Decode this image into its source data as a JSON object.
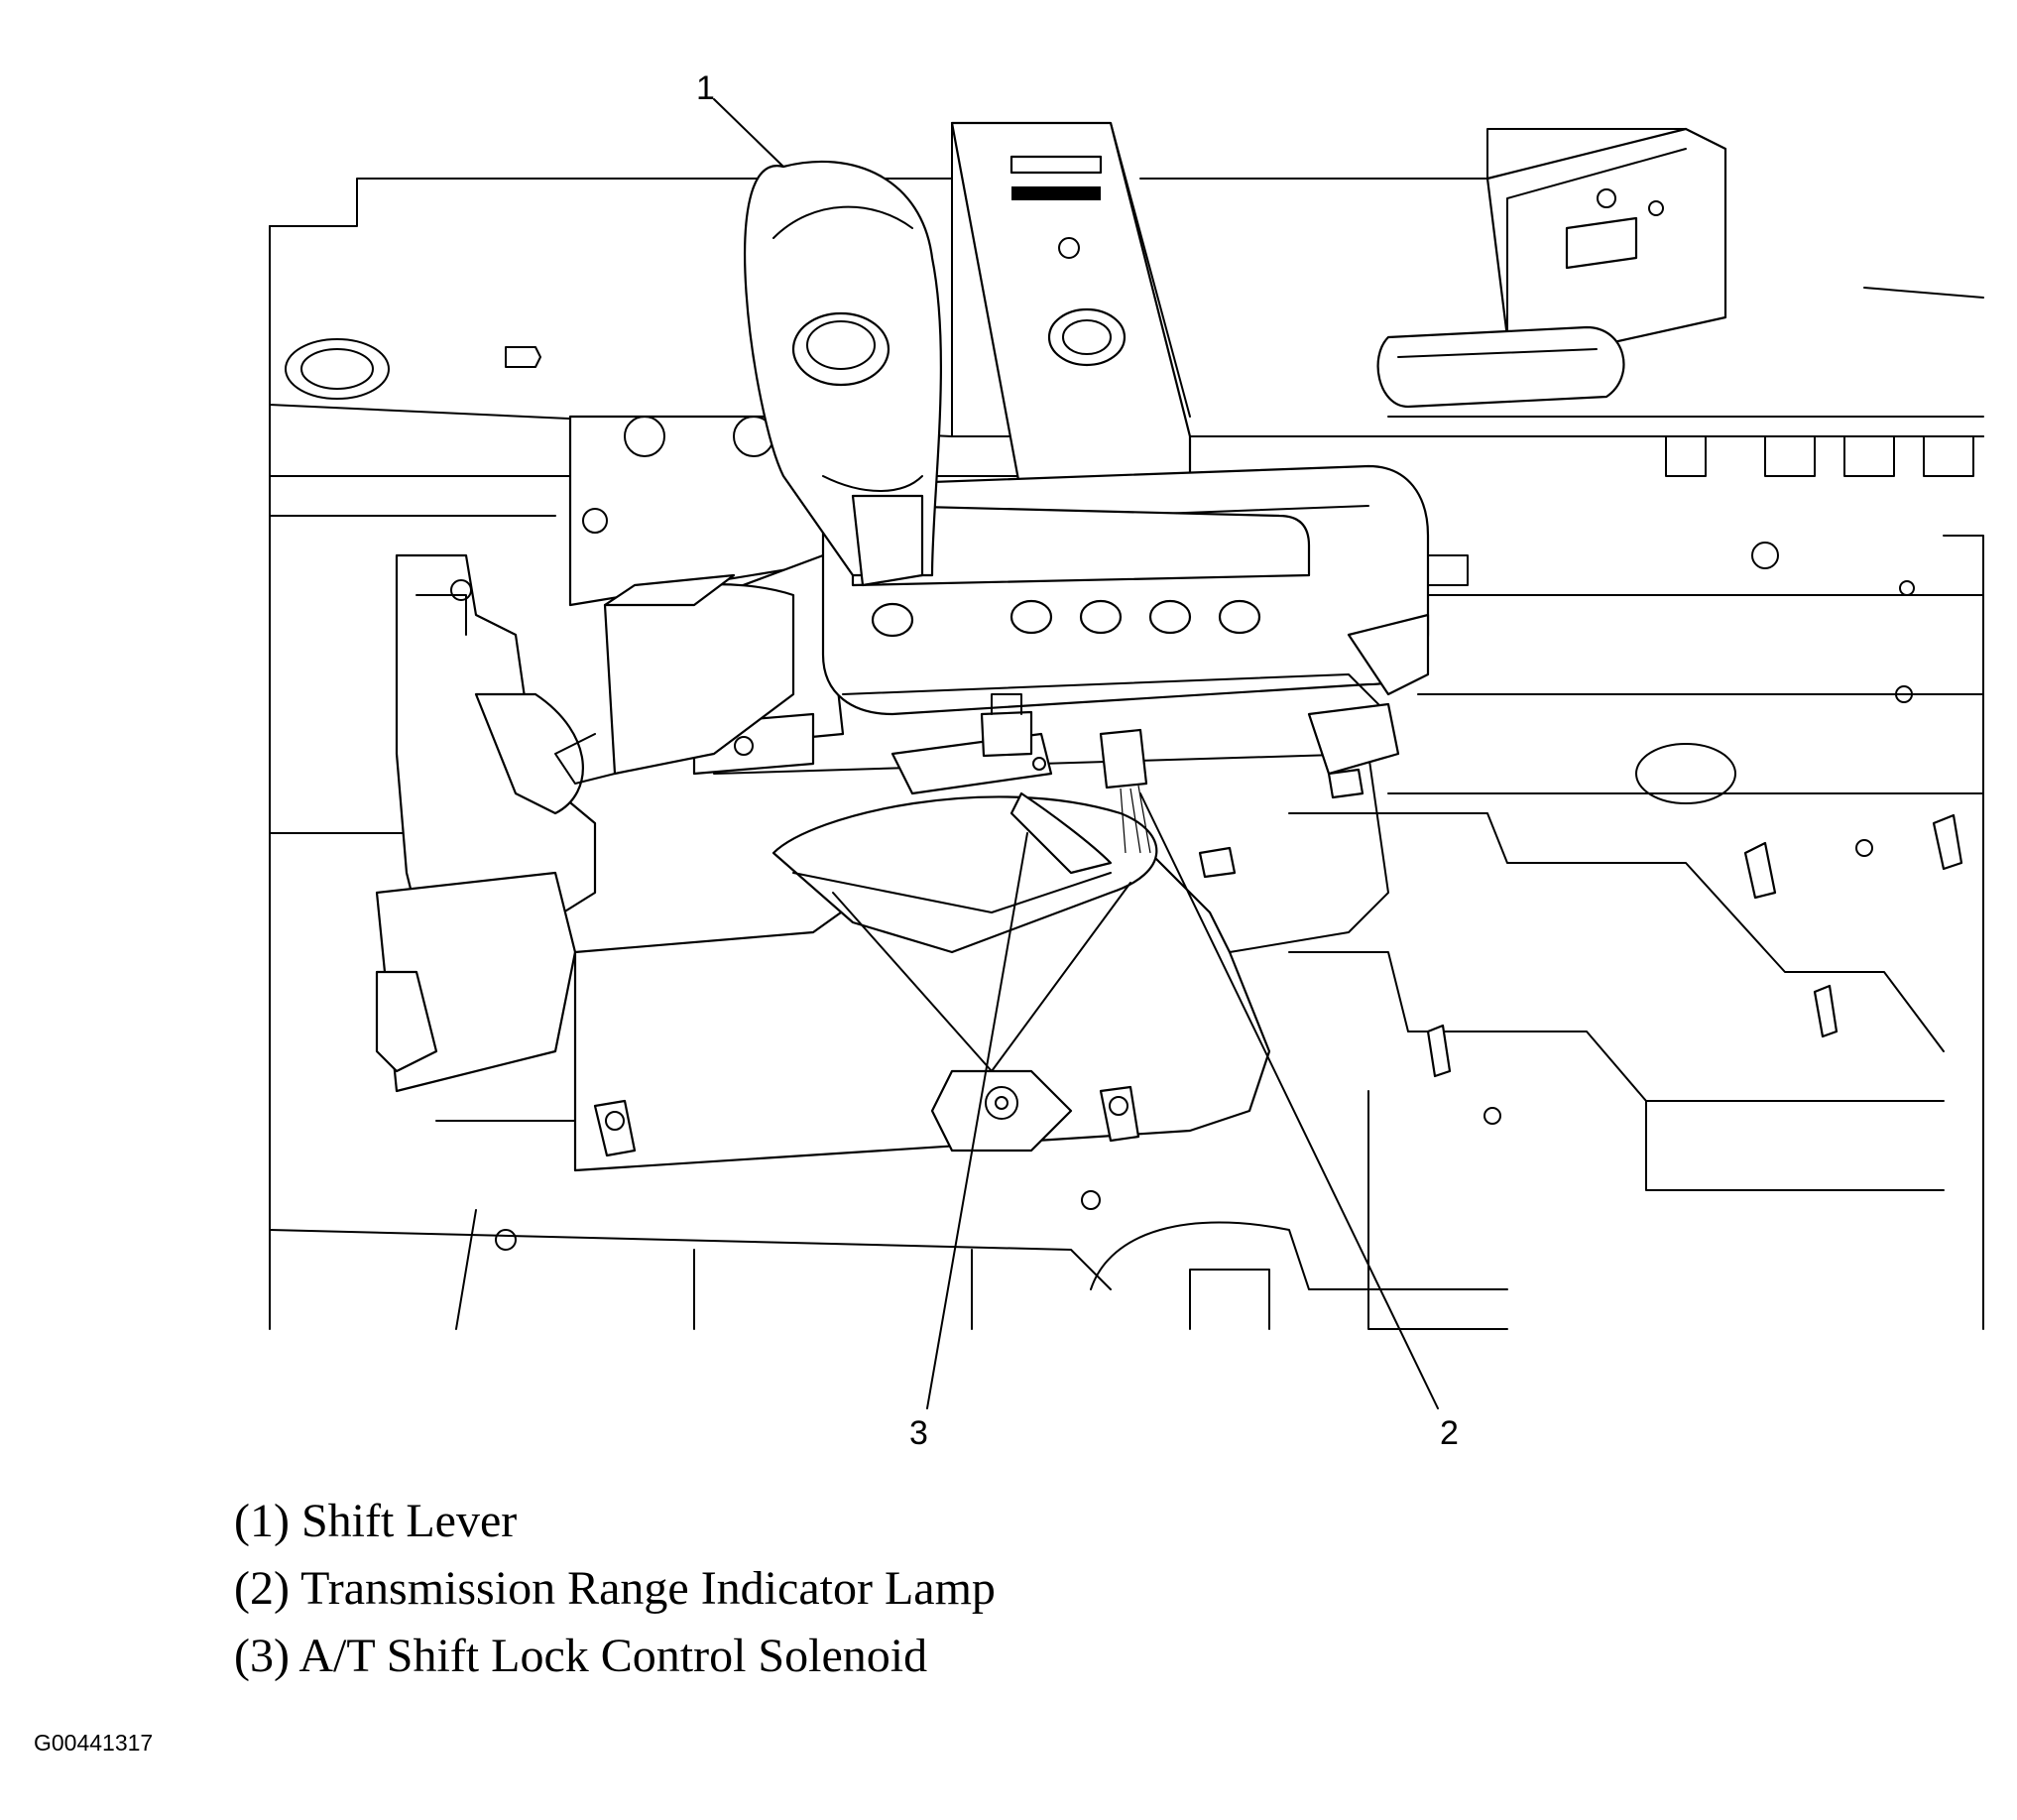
{
  "callouts": {
    "c1": "1",
    "c2": "2",
    "c3": "3"
  },
  "legend": [
    "(1) Shift Lever",
    "(2) Transmission Range Indicator Lamp",
    "(3) A/T Shift Lock Control Solenoid"
  ],
  "figure_id": "G00441317"
}
